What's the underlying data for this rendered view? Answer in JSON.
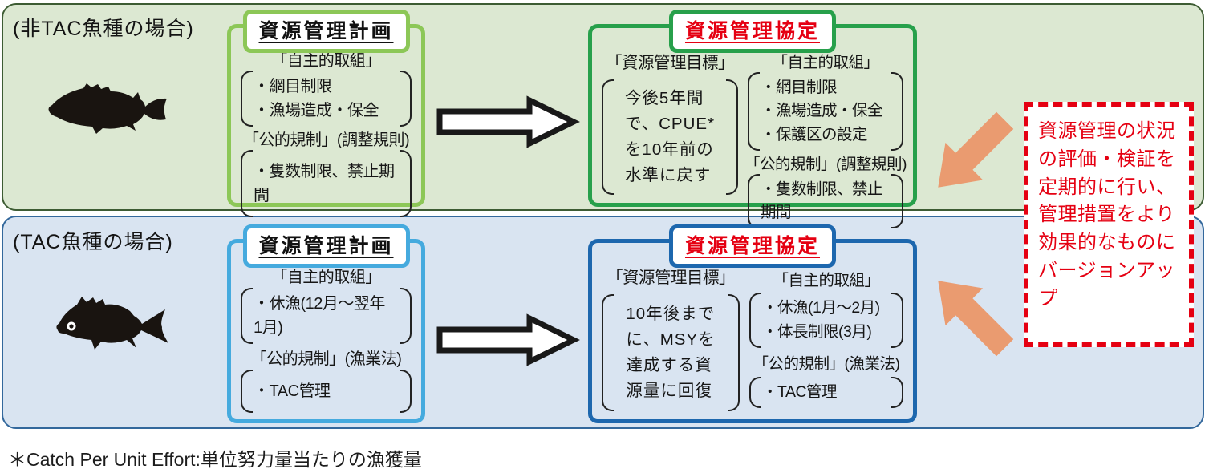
{
  "colors": {
    "panel_green_bg": "#dce8d2",
    "panel_green_border": "#3d5c33",
    "panel_blue_bg": "#d9e4f1",
    "panel_blue_border": "#33689c",
    "plan_green_border": "#8cc757",
    "agreement_green_border": "#27a04b",
    "plan_blue_border": "#45aade",
    "agreement_blue_border": "#1d67ae",
    "accent_red": "#e50012",
    "arrow_orange": "#ea9b70"
  },
  "rows": [
    {
      "case_label": "(非TAC魚種の場合)",
      "fish": "rockfish-silhouette",
      "plan": {
        "title": "資源管理計画",
        "sections": [
          {
            "header": "「自主的取組」",
            "items": [
              "・網目制限",
              "・漁場造成・保全"
            ]
          },
          {
            "header": "「公的規制」(調整規則)",
            "items": [
              "・隻数制限、禁止期間"
            ]
          }
        ]
      },
      "agreement": {
        "title": "資源管理協定",
        "goal_header": "「資源管理目標」",
        "goal": "今後5年間\nで、CPUE*\nを10年前の\n水準に戻す",
        "sections": [
          {
            "header": "「自主的取組」",
            "items": [
              "・網目制限",
              "・漁場造成・保全",
              "・保護区の設定"
            ]
          },
          {
            "header": "「公的規制」(調整規則)",
            "items": [
              "・隻数制限、禁止期間"
            ]
          }
        ]
      }
    },
    {
      "case_label": "(TAC魚種の場合)",
      "fish": "seabream-silhouette",
      "plan": {
        "title": "資源管理計画",
        "sections": [
          {
            "header": "「自主的取組」",
            "items": [
              "・休漁(12月〜翌年\n 1月)"
            ]
          },
          {
            "header": "「公的規制」(漁業法)",
            "items": [
              "・TAC管理"
            ]
          }
        ]
      },
      "agreement": {
        "title": "資源管理協定",
        "goal_header": "「資源管理目標」",
        "goal": "10年後まで\nに、MSYを\n達成する資\n源量に回復",
        "sections": [
          {
            "header": "「自主的取組」",
            "items": [
              "・休漁(1月〜2月)",
              "・体長制限(3月)"
            ]
          },
          {
            "header": "「公的規制」(漁業法)",
            "items": [
              "・TAC管理"
            ]
          }
        ]
      }
    }
  ],
  "note": {
    "text": "資源管理の状況\nの評価・検証を\n定期的に行い、\n管理措置をより\n効果的なものに\nバージョンアッ\nプ"
  },
  "footnote": "＊Catch Per Unit Effort:単位努力量当たりの漁獲量"
}
